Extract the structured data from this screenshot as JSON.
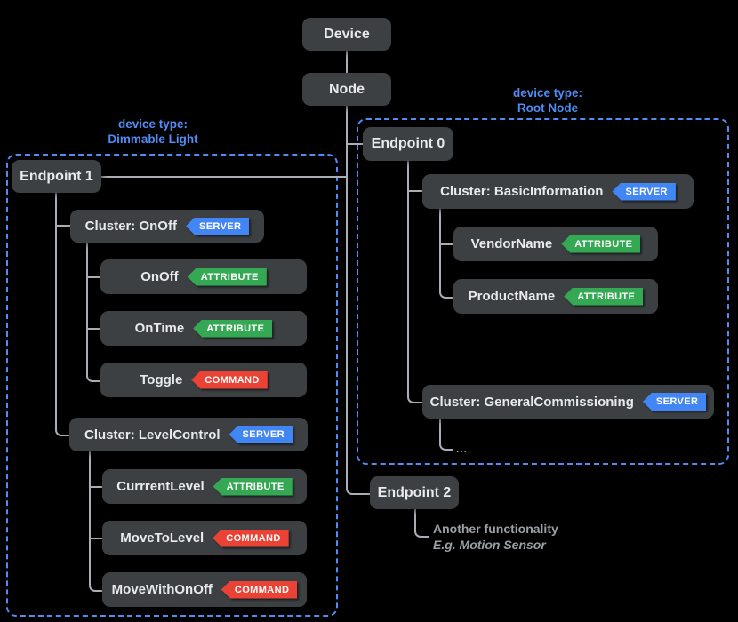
{
  "colors": {
    "background": "#000000",
    "box": "#3c4043",
    "text": "#e8eaed",
    "connector": "#a9aeb4",
    "blue": "#4e8df5",
    "server": "#4285f4",
    "attribute": "#34a853",
    "command": "#ea4335",
    "muted": "#9aa0a6"
  },
  "tree": {
    "device": "Device",
    "node": "Node"
  },
  "left_group": {
    "caption": [
      "device type:",
      "Dimmable Light"
    ],
    "endpoint": "Endpoint 1",
    "clusters": [
      {
        "label": "Cluster: OnOff",
        "badge": "SERVER",
        "children": [
          {
            "label": "OnOff",
            "badge": "ATTRIBUTE"
          },
          {
            "label": "OnTime",
            "badge": "ATTRIBUTE"
          },
          {
            "label": "Toggle",
            "badge": "COMMAND"
          }
        ]
      },
      {
        "label": "Cluster: LevelControl",
        "badge": "SERVER",
        "children": [
          {
            "label": "CurrrentLevel",
            "badge": "ATTRIBUTE"
          },
          {
            "label": "MoveToLevel",
            "badge": "COMMAND"
          },
          {
            "label": "MoveWithOnOff",
            "badge": "COMMAND"
          }
        ]
      }
    ]
  },
  "right_group": {
    "caption": [
      "device type:",
      "Root Node"
    ],
    "endpoint": "Endpoint 0",
    "clusters": [
      {
        "label": "Cluster: BasicInformation",
        "badge": "SERVER",
        "children": [
          {
            "label": "VendorName",
            "badge": "ATTRIBUTE"
          },
          {
            "label": "ProductName",
            "badge": "ATTRIBUTE"
          }
        ]
      },
      {
        "label": "Cluster: GeneralCommissioning",
        "badge": "SERVER"
      }
    ],
    "ellipsis": "..."
  },
  "endpoint2": {
    "label": "Endpoint 2",
    "note_line1": "Another functionality",
    "note_line2": "E.g. Motion Sensor"
  }
}
